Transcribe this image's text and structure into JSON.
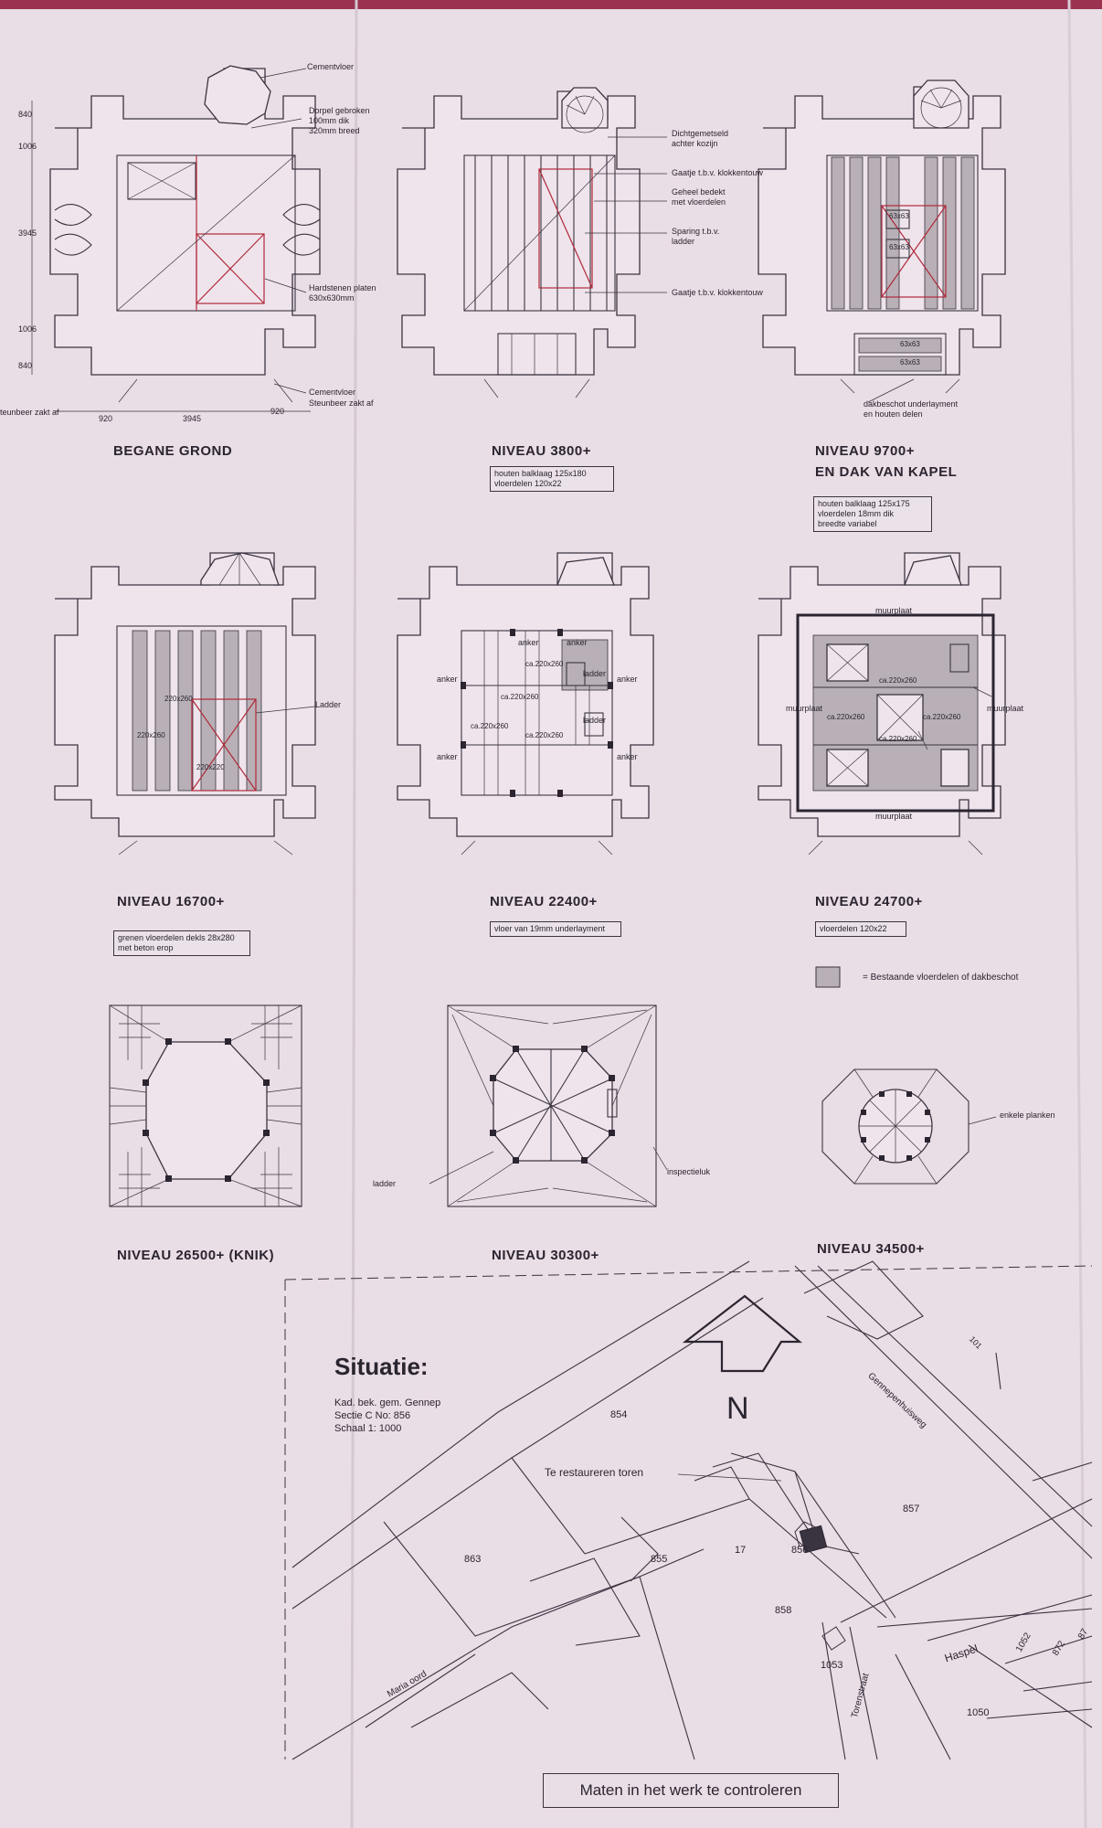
{
  "plans": [
    {
      "id": "begane-grond",
      "title": "BEGANE GROND"
    },
    {
      "id": "niveau-3800",
      "title": "NIVEAU 3800+"
    },
    {
      "id": "niveau-9700",
      "title": "NIVEAU 9700+",
      "subtitle": "EN DAK VAN KAPEL"
    },
    {
      "id": "niveau-16700",
      "title": "NIVEAU 16700+"
    },
    {
      "id": "niveau-22400",
      "title": "NIVEAU 22400+"
    },
    {
      "id": "niveau-24700",
      "title": "NIVEAU 24700+"
    },
    {
      "id": "niveau-26500",
      "title": "NIVEAU 26500+ (KNIK)"
    },
    {
      "id": "niveau-30300",
      "title": "NIVEAU 30300+"
    },
    {
      "id": "niveau-34500",
      "title": "NIVEAU 34500+"
    }
  ],
  "specs": {
    "n3800": [
      "houten balklaag  125x180",
      "vloerdelen  120x22"
    ],
    "n9700": [
      "houten balklaag  125x175",
      "vloerdelen  18mm dik",
      "breedte variabel"
    ],
    "n16700": [
      "grenen vloerdelen dekls 28x280",
      "met beton erop"
    ],
    "n22400": [
      "vloer van 19mm underlayment"
    ],
    "n24700": [
      "vloerdelen  120x22"
    ]
  },
  "annotations": {
    "ground": [
      "Cementvloer",
      "Dorpel gebroken",
      "100mm dik",
      "320mm breed",
      "Hardstenen platen",
      "630x630mm",
      "Cementvloer",
      "Steunbeer zakt af",
      "teunbeer zakt af"
    ],
    "ground_dims": [
      "920",
      "3945",
      "920",
      "840",
      "1006",
      "3945",
      "1006",
      "840"
    ],
    "n3800": [
      "Dichtgemetseld",
      "achter kozijn",
      "Gaatje t.b.v. klokkentouw",
      "Geheel bedekt",
      "met vloerdelen",
      "Sparing t.b.v.",
      "ladder",
      "Gaatje t.b.v. klokkentouw"
    ],
    "n9700": [
      "dakbeschot underlayment",
      "en houten delen",
      "63x63",
      "63x63",
      "63x63",
      "63x63"
    ],
    "n16700": [
      "Ladder",
      "220x260",
      "220x220",
      "220x260"
    ],
    "n22400": [
      "anker",
      "anker",
      "anker",
      "anker",
      "anker",
      "anker",
      "ladder",
      "ladder",
      "ca.220x260",
      "ca.220x260",
      "ca.220x260",
      "ca.220x260"
    ],
    "n24700": [
      "muurplaat",
      "muurplaat",
      "muurplaat",
      "muurplaat",
      "ca.220x260",
      "ca.220x260",
      "ca.220x260",
      "ca.220x260"
    ],
    "n30300": [
      "ladder",
      "inspectieluk"
    ],
    "n34500": [
      "enkele planken"
    ]
  },
  "legend": {
    "text": "= Bestaande vloerdelen of dakbeschot",
    "swatch_color": "#b8b0b6"
  },
  "situatie": {
    "title": "Situatie:",
    "lines": [
      "Kad. bek. gem. Gennep",
      "Sectie C   No: 856",
      "Schaal 1: 1000"
    ],
    "north": "N",
    "target_label": "Te restaureren toren",
    "streets": [
      "Gennepenhuisweg",
      "Maria oord",
      "Torenstraat",
      "Haspel"
    ],
    "parcels": [
      "854",
      "855",
      "856",
      "857",
      "858",
      "863",
      "17",
      "1053",
      "1050",
      "1052",
      "872",
      "87",
      "101"
    ]
  },
  "footer": "Maten in het werk te controleren",
  "colors": {
    "paper": "#e9dde6",
    "ink": "#2a2530",
    "red": "#b02a3a",
    "fill": "#b8b0b6"
  }
}
